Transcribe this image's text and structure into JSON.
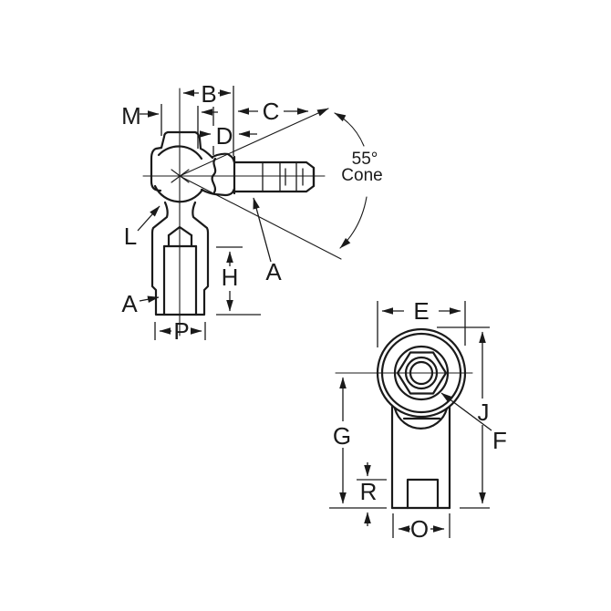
{
  "colors": {
    "line": "#1a1a1a",
    "background": "#ffffff"
  },
  "labels": {
    "m": "M",
    "b": "B",
    "c": "C",
    "d": "D",
    "h": "H",
    "p": "P",
    "l": "L",
    "a_thread_stud": "A",
    "a_shank_thread": "A",
    "cone_angle": "55°",
    "cone_word": "Cone",
    "e": "E",
    "g": "G",
    "j": "J",
    "f": "F",
    "r": "R",
    "o": "O"
  }
}
